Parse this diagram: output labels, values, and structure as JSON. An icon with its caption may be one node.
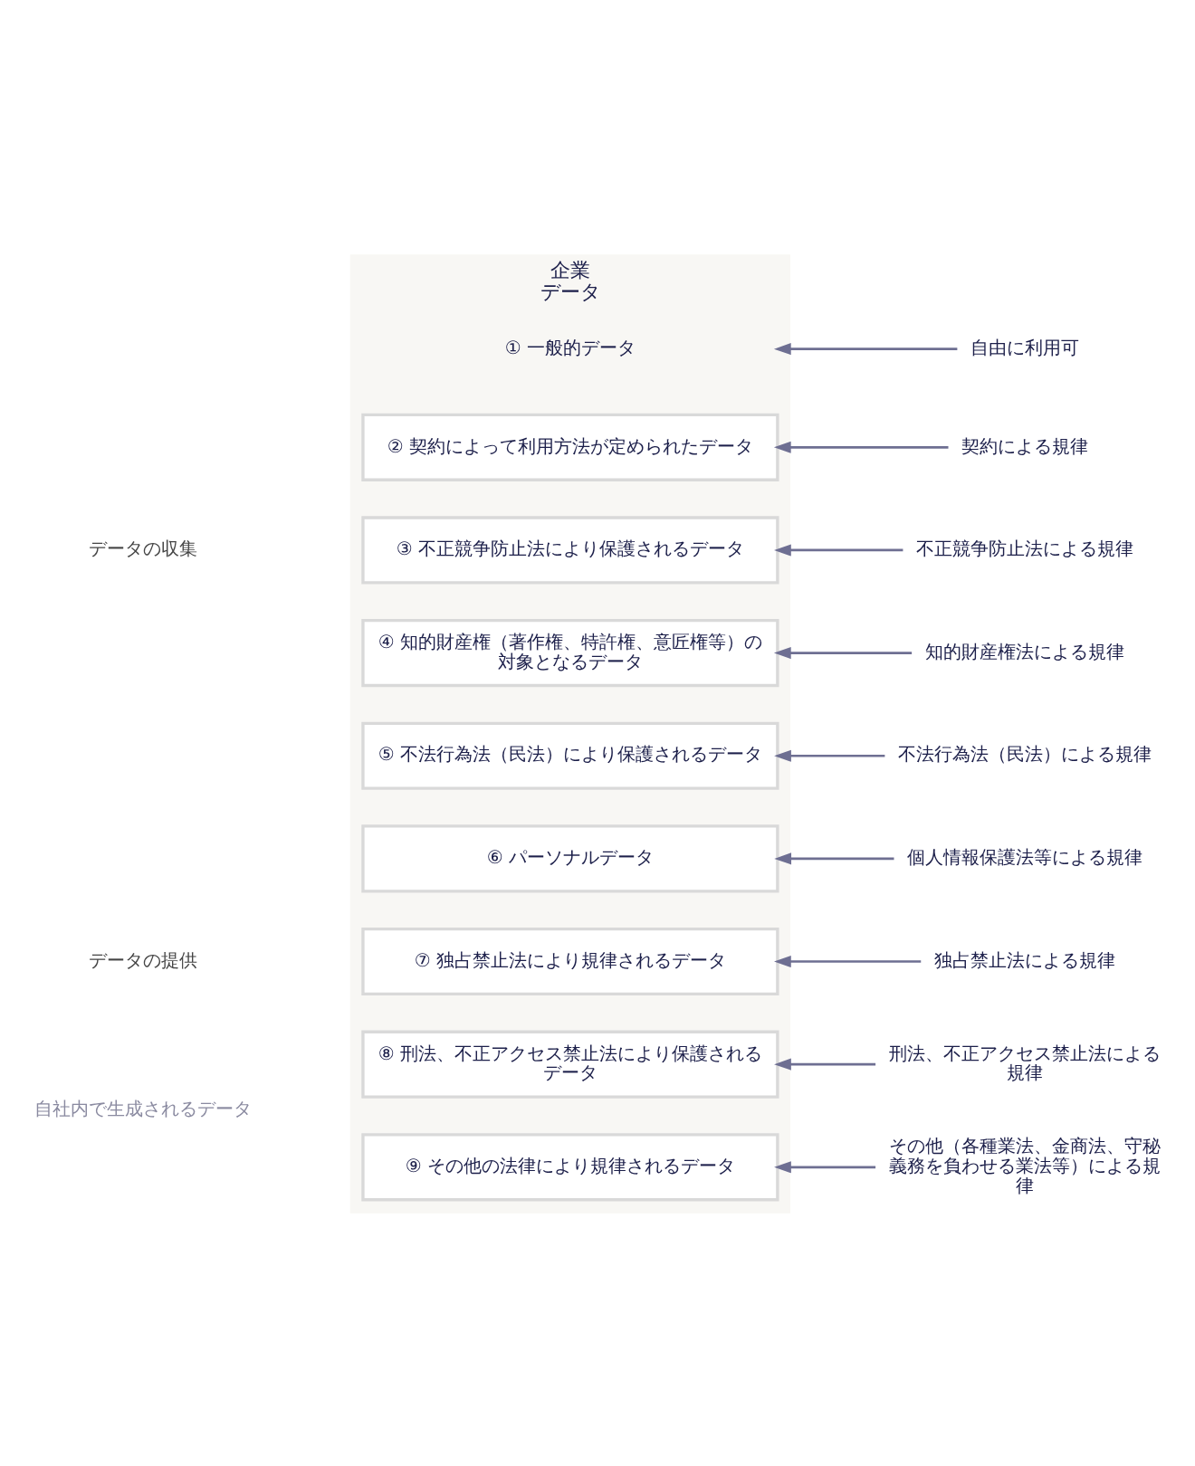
{
  "diagram": {
    "nodes": [
      {
        "text": [
          "企業",
          "データ"
        ]
      },
      {
        "text": [
          "① 一般的データ"
        ],
        "in": 0
      },
      {
        "text": [
          "② 契約によって利用方法が定められたデータ"
        ],
        "in": 0
      },
      {
        "text": [
          "③ 不正競争防止法により保護されるデータ"
        ],
        "in": 0
      },
      {
        "text": [
          "④ 知的財産権（著作権、特許権、意匠権等）の対象となるデータ"
        ],
        "in": 0
      },
      {
        "text": [
          "⑤ 不法行為法（民法）により保護されるデータ"
        ],
        "in": 0
      },
      {
        "text": [
          "⑥ パーソナルデータ"
        ],
        "in": 0
      },
      {
        "text": [
          "⑦ 独占禁止法により規律されるデータ"
        ],
        "in": 0
      },
      {
        "text": [
          "⑧ 刑法、不正アクセス禁止法により保護されるデータ"
        ],
        "in": 0
      },
      {
        "text": [
          "⑨ その他の法律により規律されるデータ"
        ],
        "in": 0
      },
      {
        "text": [
          "自由に利用可"
        ]
      },
      {
        "text": [
          "契約による規律"
        ]
      },
      {
        "text": [
          "不正競争防止法による規律"
        ]
      },
      {
        "text": [
          "知的財産権法による規律"
        ]
      },
      {
        "text": [
          "不法行為法（民法）による規律"
        ]
      },
      {
        "text": [
          "個人情報保護法等による規律"
        ]
      },
      {
        "text": [
          "独占禁止法による規律"
        ]
      },
      {
        "text": [
          "刑法、不正アクセス禁止法による規律"
        ]
      },
      {
        "text": [
          "その他（各種業法、金商法、守秘義務を負わせる業法等）による規律"
        ]
      }
    ],
    "edges": [
      {
        "from": 10,
        "to": 1,
        "arrow": "to"
      },
      {
        "from": 11,
        "to": 2,
        "arrow": "to"
      },
      {
        "from": 12,
        "to": 3,
        "arrow": "to"
      },
      {
        "from": 13,
        "to": 4,
        "arrow": "to"
      },
      {
        "from": 14,
        "to": 5,
        "arrow": "to"
      },
      {
        "from": 15,
        "to": 6,
        "arrow": "to"
      },
      {
        "from": 16,
        "to": 7,
        "arrow": "to"
      },
      {
        "from": 17,
        "to": 8,
        "arrow": "to"
      },
      {
        "from": 18,
        "to": 9,
        "arrow": "to"
      }
    ],
    "labels": [
      "データの収集",
      "データの提供",
      "自社内で生成されるデータ"
    ]
  }
}
